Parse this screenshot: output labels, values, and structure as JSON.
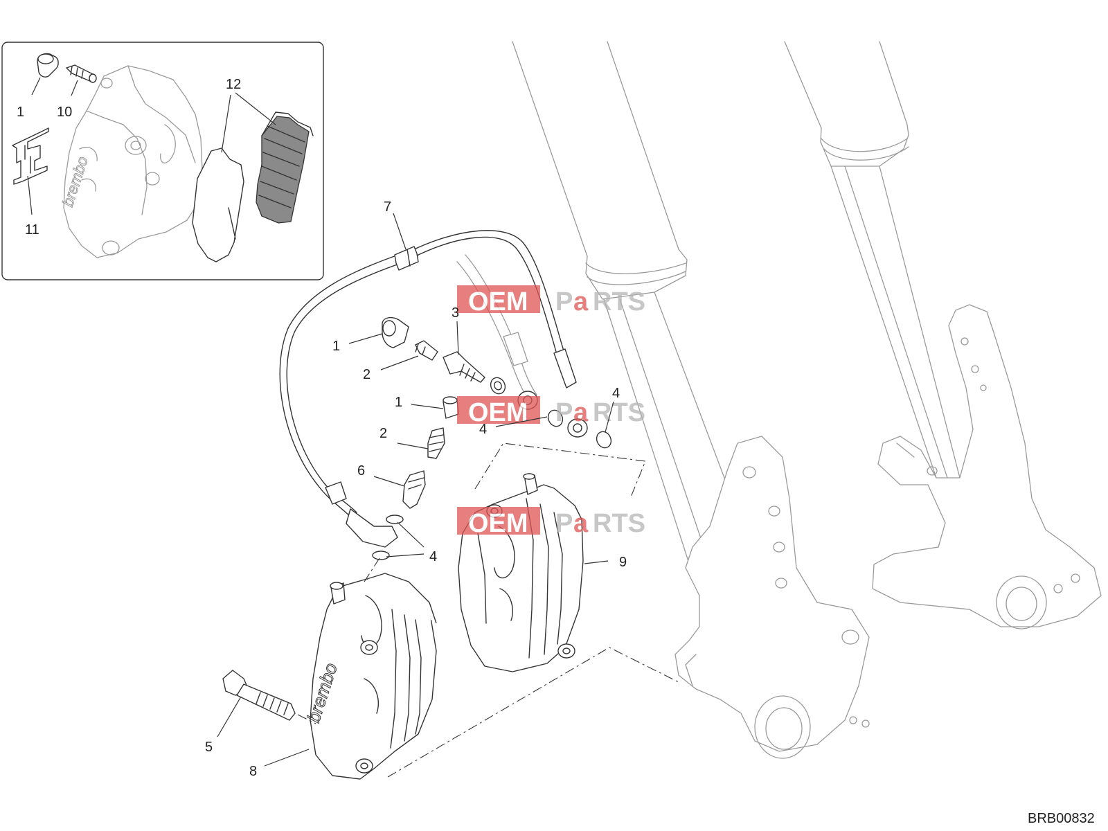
{
  "diagram": {
    "reference_code": "BRB00832",
    "watermark": {
      "text_left": "OEM",
      "text_right_1": "P",
      "text_right_2": "a",
      "text_right_3": "RTS",
      "color_red": "#e05555",
      "color_grey": "#b5b5b5"
    },
    "inset_callouts": [
      "1",
      "10",
      "11",
      "12"
    ],
    "main_callouts": [
      "7",
      "1",
      "3",
      "2",
      "1",
      "4",
      "4",
      "2",
      "6",
      "9",
      "4",
      "5",
      "8"
    ]
  }
}
